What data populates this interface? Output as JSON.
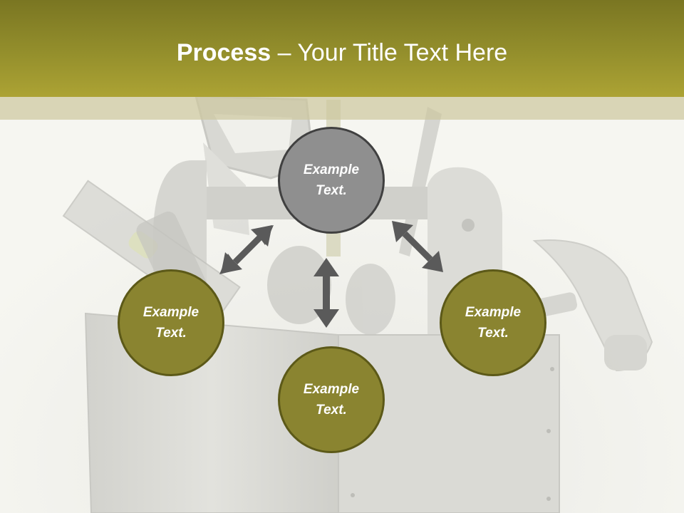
{
  "slide": {
    "title_bold": "Process",
    "title_rest": " – Your Title Text Here"
  },
  "nodes": {
    "top": {
      "line1": "Example",
      "line2": "Text."
    },
    "left": {
      "line1": "Example",
      "line2": "Text."
    },
    "right": {
      "line1": "Example",
      "line2": "Text."
    },
    "bottom": {
      "line1": "Example",
      "line2": "Text."
    }
  },
  "colors": {
    "header": "#948f2c",
    "node_olive": "#8a8430",
    "node_grey": "#8f8f8f",
    "arrow": "#5a5a5a"
  },
  "icons": [
    "toolbox-illustration",
    "hammer-icon",
    "saw-icon",
    "level-icon",
    "screwdriver-icon",
    "tape-measure-icon"
  ]
}
